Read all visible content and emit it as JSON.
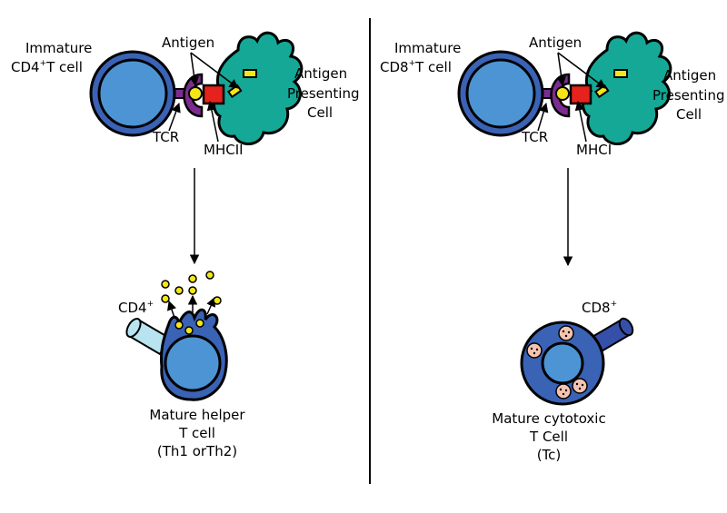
{
  "colors": {
    "tcell": "#4d94d5",
    "tcell_ring": "#3a62b5",
    "apc": "#15a896",
    "tcr": "#7b2d8f",
    "mhc": "#e5221b",
    "antigen": "#f5e618",
    "cd4": "#b8e4f0",
    "cd8": "#3550a8",
    "granule": "#f5c4b0"
  },
  "left": {
    "immature_line1": "Immature",
    "immature_line2_pre": "CD4",
    "immature_line2_sup": "+",
    "immature_line2_post": "T cell",
    "antigen": "Antigen",
    "apc_line1": "Antigen",
    "apc_line2": "Presenting",
    "apc_line3": "Cell",
    "tcr": "TCR",
    "mhc": "MHCII",
    "marker_pre": "CD4",
    "marker_sup": "+",
    "mature_line1": "Mature helper",
    "mature_line2": "T cell",
    "mature_line3": "(Th1 orTh2)"
  },
  "right": {
    "immature_line1": "Immature",
    "immature_line2_pre": "CD8",
    "immature_line2_sup": "+",
    "immature_line2_post": "T cell",
    "antigen": "Antigen",
    "apc_line1": "Antigen",
    "apc_line2": "Presenting",
    "apc_line3": "Cell",
    "tcr": "TCR",
    "mhc": "MHCI",
    "marker_pre": "CD8",
    "marker_sup": "+",
    "mature_line1": "Mature cytotoxic",
    "mature_line2": "T Cell",
    "mature_line3": "(Tc)"
  }
}
